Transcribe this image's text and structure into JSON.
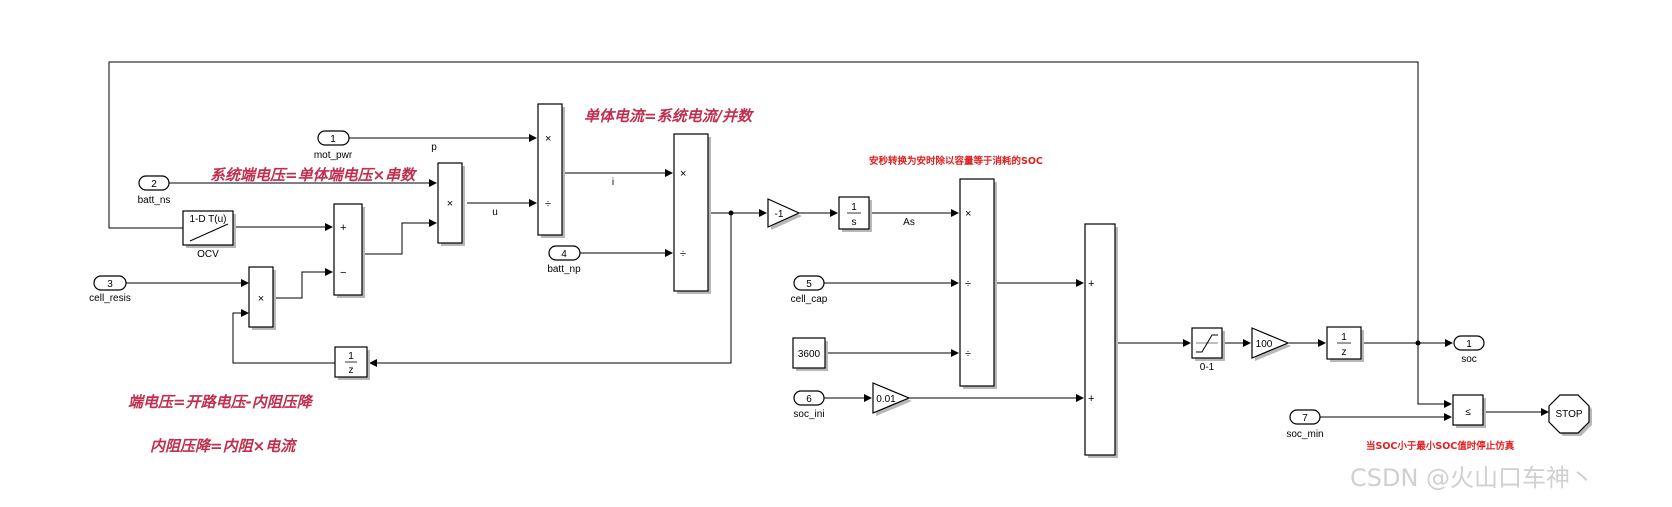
{
  "ports_in": [
    {
      "num": "1",
      "name": "mot_pwr"
    },
    {
      "num": "2",
      "name": "batt_ns"
    },
    {
      "num": "3",
      "name": "cell_resis"
    },
    {
      "num": "4",
      "name": "batt_np"
    },
    {
      "num": "5",
      "name": "cell_cap"
    },
    {
      "num": "6",
      "name": "soc_ini"
    },
    {
      "num": "7",
      "name": "soc_min"
    }
  ],
  "port_out": {
    "num": "1",
    "name": "soc"
  },
  "blocks": {
    "lookup": {
      "text": "1-D T(u)",
      "name": "OCV"
    },
    "gain_neg": "-1",
    "integrator": {
      "num": "1",
      "den": "s"
    },
    "const": "3600",
    "gain_001": "0.01",
    "saturation": "0-1",
    "gain_100": "100",
    "delay_num": "1",
    "delay_den": "z",
    "compare": "≤",
    "stop": "STOP",
    "product": "×",
    "divide": "÷",
    "plus": "+",
    "minus": "−"
  },
  "signals": {
    "p": "p",
    "u": "u",
    "i": "i",
    "as": "As"
  },
  "annotations": {
    "cell_current": "单体电流=系统电流/并数",
    "sys_voltage": "系统端电压=单体端电压×串数",
    "terminal_voltage": "端电压=开路电压-内阻压降",
    "ir_drop": "内阻压降=内阻×电流",
    "as_note": "安秒转换为安时除以容量等于消耗的SOC",
    "stop_note": "当SOC小于最小SOC值时停止仿真"
  },
  "watermark": "CSDN @火山口车神丶",
  "colors": {
    "annotation": "#c0304e",
    "note": "#e02020",
    "watermark": "#d0d0d0"
  }
}
